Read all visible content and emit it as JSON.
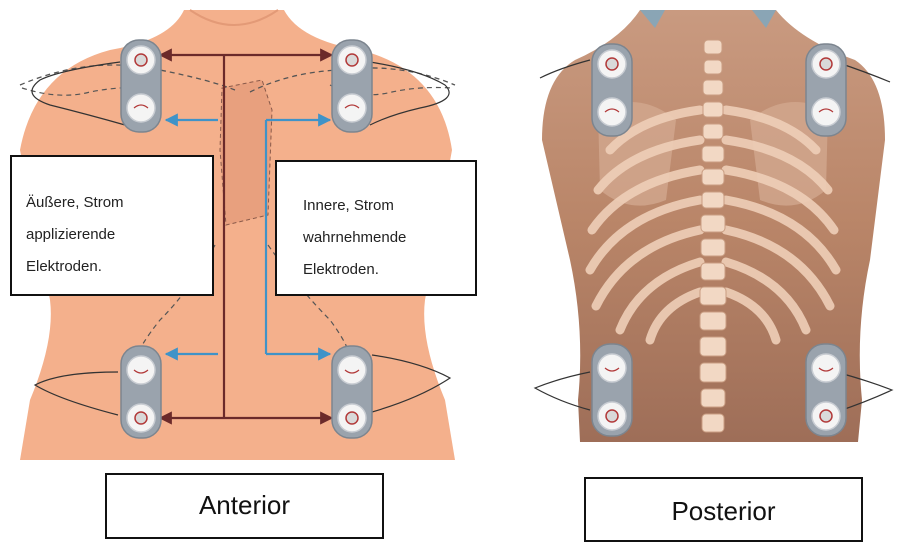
{
  "labels": {
    "outer_electrodes": [
      "Äußere, Strom",
      "applizierende",
      "Elektroden."
    ],
    "inner_electrodes": [
      "Innere, Strom",
      "wahrnehmende",
      "Elektroden."
    ],
    "anterior": "Anterior",
    "posterior": "Posterior"
  },
  "colors": {
    "skin_front": "#f4b08c",
    "back_muscle": "#b97a5e",
    "bone": "#efcfb8",
    "electrode": "#9aa3ad",
    "current_arrow": "#6b2a2a",
    "sense_arrow": "#3f93c8"
  }
}
